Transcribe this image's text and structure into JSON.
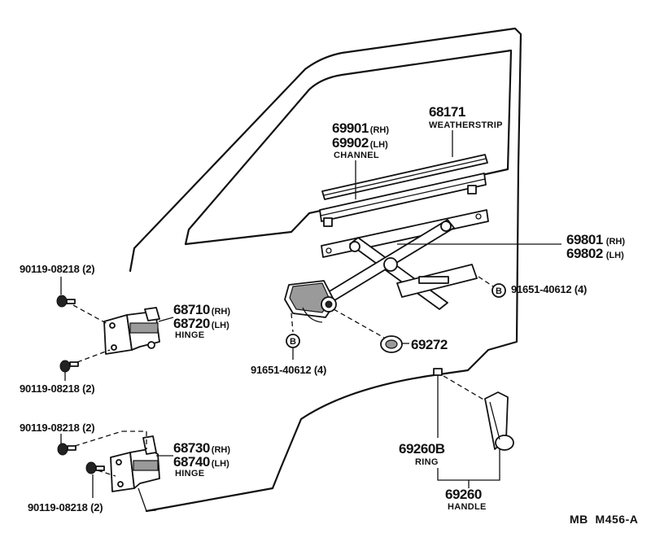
{
  "parts": {
    "weatherstrip": {
      "number": "68171",
      "name": "WEATHERSTRIP"
    },
    "channel": {
      "number_rh": "69901",
      "suffix_rh": "(RH)",
      "number_lh": "69902",
      "suffix_lh": "(LH)",
      "name": "CHANNEL"
    },
    "regulator": {
      "number_rh": "69801",
      "suffix_rh": "(RH)",
      "number_lh": "69802",
      "suffix_lh": "(LH)"
    },
    "upper_hinge": {
      "number_rh": "68710",
      "suffix_rh": "(RH)",
      "number_lh": "68720",
      "suffix_lh": "(LH)",
      "name": "HINGE"
    },
    "lower_hinge": {
      "number_rh": "68730",
      "suffix_rh": "(RH)",
      "number_lh": "68740",
      "suffix_lh": "(LH)",
      "name": "HINGE"
    },
    "seal": {
      "number": "69272"
    },
    "ring": {
      "number": "69260B",
      "name": "RING"
    },
    "handle": {
      "number": "69260",
      "name": "HANDLE"
    }
  },
  "fasteners": {
    "bolt_upper_hinge_top": "90119-08218 (2)",
    "bolt_upper_hinge_bottom": "90119-08218 (2)",
    "bolt_lower_hinge_top": "90119-08218 (2)",
    "bolt_lower_hinge_bottom": "90119-08218 (2)",
    "screw_regulator_right": "91651-40612 (4)",
    "screw_regulator_left": "91651-40612 (4)",
    "callout_letter": "B"
  },
  "diagram_code": "MB  M456-A"
}
